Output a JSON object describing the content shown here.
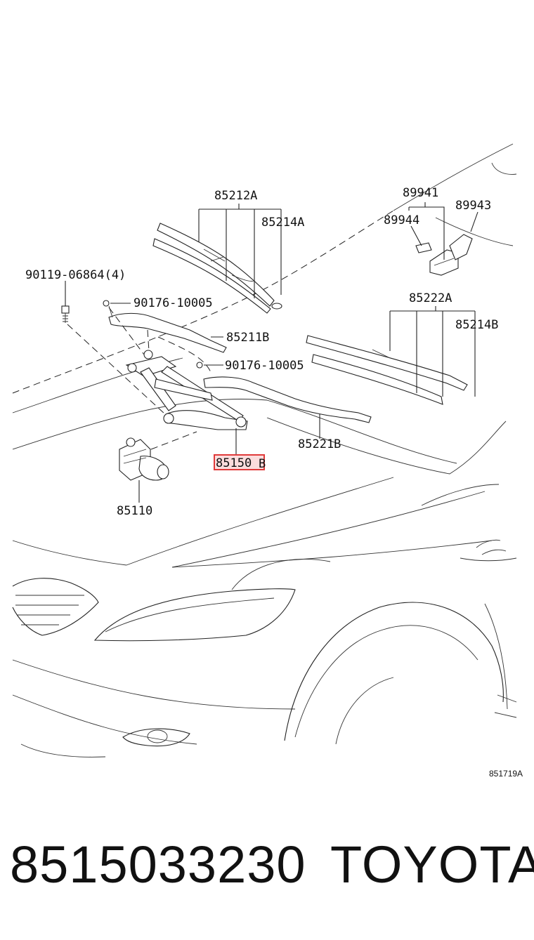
{
  "diagram": {
    "labels": {
      "p85212A": "85212A",
      "p85214A": "85214A",
      "p89941": "89941",
      "p89943": "89943",
      "p89944": "89944",
      "p90119": "90119-06864(4)",
      "p90176_top": "90176-10005",
      "p85211B": "85211B",
      "p90176_mid": "90176-10005",
      "p85222A": "85222A",
      "p85214B": "85214B",
      "p85221B": "85221B",
      "p85150B": "85150",
      "p85150B_suffix": "B",
      "p85110": "85110"
    },
    "figure_code": "851719A",
    "highlight_color": "#e03a3a"
  },
  "footer": {
    "part_number": "8515033230",
    "brand": "TOYOTA"
  }
}
